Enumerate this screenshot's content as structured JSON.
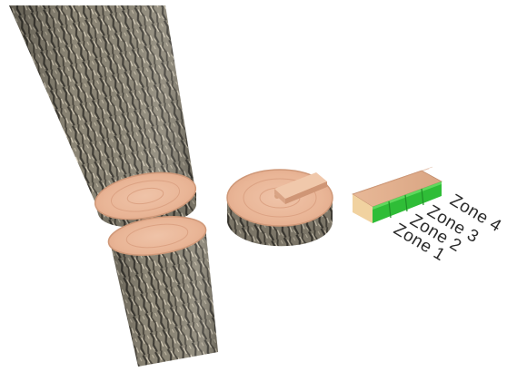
{
  "figure": {
    "subject": "log-cross-sections",
    "colors": {
      "bark_dark": "#4e4a42",
      "bark_light": "#cfc6b2",
      "wood_face": "#e9b79a",
      "wood_edge": "#c98d6e",
      "pith": "#d6a07f",
      "sapwood_green": "#34c03a",
      "label_text": "#2b2b2b"
    }
  },
  "zones": [
    {
      "label": "Zone 1"
    },
    {
      "label": "Zone 2"
    },
    {
      "label": "Zone 3"
    },
    {
      "label": "Zone 4"
    }
  ]
}
